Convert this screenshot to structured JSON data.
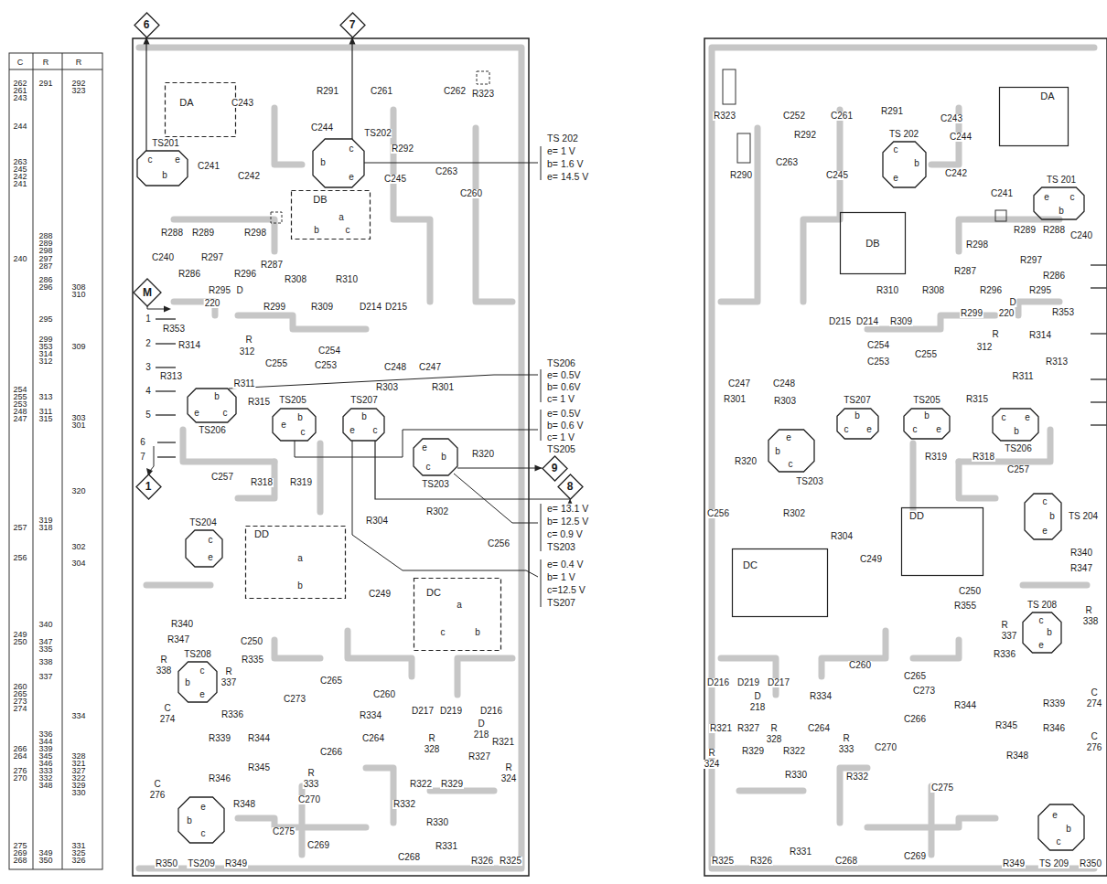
{
  "diagram": {
    "nodes": [
      {
        "text": [
          "6"
        ]
      },
      {
        "text": [
          "7"
        ]
      },
      {
        "text": [
          "DA"
        ]
      },
      {
        "text": [
          "TS201",
          "c",
          "e",
          "b"
        ]
      },
      {
        "text": [
          "TS202",
          "c",
          "b",
          "e"
        ]
      },
      {
        "text": [
          "DB",
          "a",
          "b",
          "c"
        ]
      },
      {
        "text": [
          "M"
        ]
      },
      {
        "text": [
          "TS206",
          "b",
          "e",
          "c"
        ]
      },
      {
        "text": [
          "TS205",
          "e",
          "b",
          "c"
        ]
      },
      {
        "text": [
          "TS207",
          "b",
          "e",
          "c"
        ]
      },
      {
        "text": [
          "TS203",
          "e",
          "b",
          "c"
        ]
      },
      {
        "text": [
          "9"
        ]
      },
      {
        "text": [
          "8"
        ]
      },
      {
        "text": [
          "1"
        ]
      },
      {
        "text": [
          "TS204",
          "c",
          "e"
        ]
      },
      {
        "text": [
          "DD",
          "a",
          "b"
        ]
      },
      {
        "text": [
          "DC",
          "a",
          "c",
          "b"
        ]
      },
      {
        "text": [
          "TS208",
          "c",
          "b",
          "e"
        ]
      },
      {
        "text": [
          "TS209",
          "e",
          "b",
          "c"
        ]
      },
      {
        "text": [
          "DA"
        ]
      },
      {
        "text": [
          "TS 202",
          "c",
          "b",
          "e"
        ]
      },
      {
        "text": [
          "TS 201",
          "e",
          "c",
          "b"
        ]
      },
      {
        "text": [
          "DB"
        ]
      },
      {
        "text": [
          "TS207",
          "b",
          "c",
          "e"
        ]
      },
      {
        "text": [
          "TS205",
          "b",
          "c",
          "e"
        ]
      },
      {
        "text": [
          "TS206",
          "c",
          "e",
          "b"
        ]
      },
      {
        "text": [
          "TS203",
          "e",
          "b",
          "c"
        ]
      },
      {
        "text": [
          "DD"
        ]
      },
      {
        "text": [
          "TS 204",
          "c",
          "b",
          "e"
        ]
      },
      {
        "text": [
          "DC"
        ]
      },
      {
        "text": [
          "TS 208",
          "c",
          "b",
          "e"
        ]
      },
      {
        "text": [
          "TS 209",
          "e",
          "b",
          "c"
        ]
      }
    ],
    "edges": [
      {
        "from": 3,
        "to": 0,
        "arrow": "to"
      },
      {
        "from": 4,
        "to": 1,
        "arrow": "to"
      },
      {
        "from": 10,
        "to": 11,
        "arrow": "to"
      },
      {
        "from": 9,
        "to": 12,
        "arrow": "to"
      }
    ],
    "labels": [
      "C",
      "R",
      "R",
      "262",
      "261",
      "243",
      "244",
      "263",
      "245",
      "242",
      "241",
      "240",
      "254",
      "255",
      "253",
      "248",
      "247",
      "257",
      "256",
      "249",
      "250",
      "260",
      "265",
      "273",
      "274",
      "266",
      "264",
      "276",
      "270",
      "275",
      "269",
      "268",
      "291",
      "288",
      "289",
      "298",
      "297",
      "287",
      "286",
      "296",
      "295",
      "299",
      "353",
      "314",
      "312",
      "313",
      "311",
      "315",
      "319",
      "318",
      "340",
      "347",
      "335",
      "338",
      "337",
      "336",
      "344",
      "339",
      "345",
      "346",
      "333",
      "332",
      "348",
      "349",
      "350",
      "292",
      "323",
      "308",
      "310",
      "309",
      "303",
      "301",
      "320",
      "302",
      "304",
      "334",
      "328",
      "321",
      "327",
      "322",
      "329",
      "330",
      "331",
      "325",
      "326",
      "R291",
      "C261",
      "C262",
      "R323",
      "C243",
      "C244",
      "R292",
      "C245",
      "C263",
      "C260",
      "C241",
      "C242",
      "R288",
      "R289",
      "R298",
      "C240",
      "R297",
      "R287",
      "R286",
      "R296",
      "R308",
      "R310",
      "R295",
      "D",
      "220",
      "R299",
      "R309",
      "D214",
      "D215",
      "R353",
      "R314",
      "R",
      "312",
      "C254",
      "C253",
      "C255",
      "R313",
      "R311",
      "C248",
      "C247",
      "R303",
      "R301",
      "R315",
      "C257",
      "R318",
      "R319",
      "R320",
      "R302",
      "C256",
      "R304",
      "C249",
      "R340",
      "R347",
      "C250",
      "R",
      "338",
      "R",
      "337",
      "R335",
      "C265",
      "C260",
      "C273",
      "R334",
      "D217",
      "D219",
      "D216",
      "D",
      "218",
      "R336",
      "C",
      "274",
      "C264",
      "R339",
      "R344",
      "C266",
      "R345",
      "R",
      "328",
      "R321",
      "R327",
      "R",
      "333",
      "R322",
      "R329",
      "R",
      "324",
      "C",
      "276",
      "R346",
      "R348",
      "C270",
      "R332",
      "R330",
      "C275",
      "C269",
      "C268",
      "R331",
      "R326",
      "R325",
      "R350",
      "R349",
      "1",
      "2",
      "3",
      "4",
      "5",
      "6",
      "7",
      "TS 202",
      "e= 1 V",
      "b= 1.6 V",
      "e= 14.5 V",
      "TS206",
      "e= 0.5V",
      "b= 0.6V",
      "c= 1 V",
      "e= 0.5V",
      "b= 0.6 V",
      "c= 1 V",
      "TS205",
      "e= 13.1 V",
      "b= 12.5 V",
      "c= 0.9 V",
      "TS203",
      "e= 0.4 V",
      "b= 1 V",
      "c=12.5 V",
      "TS207",
      "R323",
      "C252",
      "C261",
      "R291",
      "C243",
      "R292",
      "C244",
      "C263",
      "C245",
      "C242",
      "R290",
      "C241",
      "R289",
      "R288",
      "R298",
      "C240",
      "R287",
      "R297",
      "R286",
      "R310",
      "R308",
      "R296",
      "R295",
      "D",
      "220",
      "R299",
      "R353",
      "D215",
      "D214",
      "R309",
      "R",
      "312",
      "R314",
      "C254",
      "C253",
      "C255",
      "R313",
      "R311",
      "C247",
      "C248",
      "R301",
      "R303",
      "R315",
      "R320",
      "R319",
      "R318",
      "C257",
      "C256",
      "R302",
      "R304",
      "C249",
      "R340",
      "R347",
      "C250",
      "R355",
      "R",
      "338",
      "R",
      "337",
      "R336",
      "C260",
      "C265",
      "C273",
      "D216",
      "D219",
      "D217",
      "D",
      "218",
      "R334",
      "R344",
      "R339",
      "C",
      "274",
      "R321",
      "R327",
      "R",
      "328",
      "C264",
      "C266",
      "R345",
      "R346",
      "C",
      "276",
      "R",
      "324",
      "R329",
      "R322",
      "R",
      "333",
      "C270",
      "R332",
      "R348",
      "R330",
      "C275",
      "R325",
      "R326",
      "R331",
      "C268",
      "C269",
      "R349",
      "R350"
    ]
  }
}
